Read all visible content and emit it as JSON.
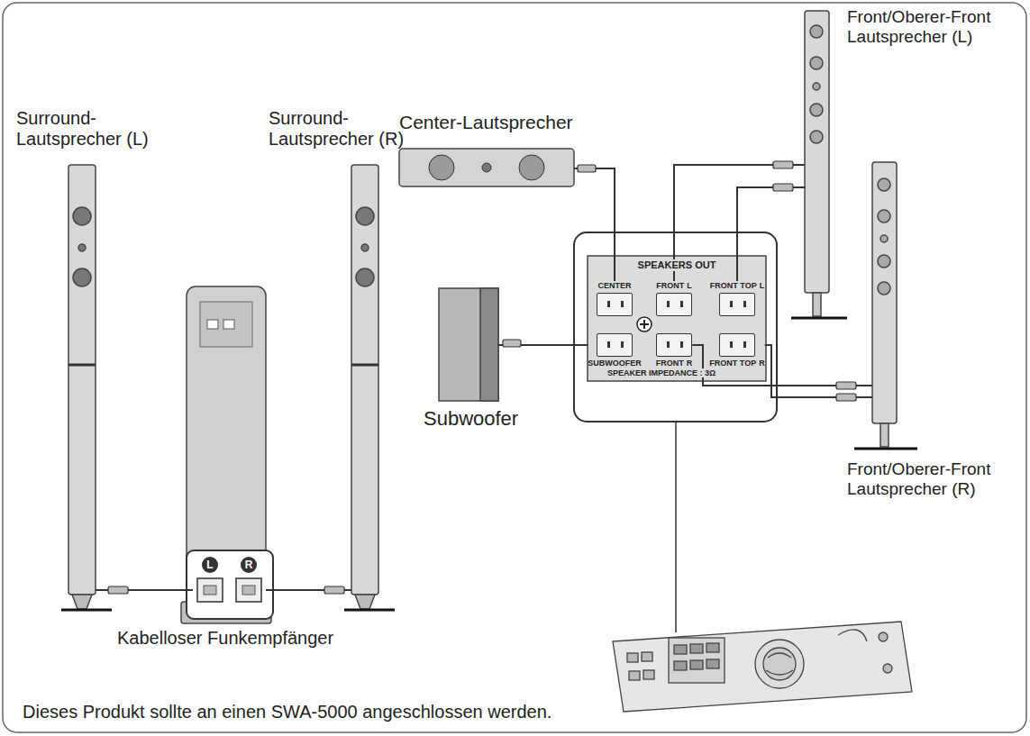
{
  "diagram": {
    "caption": "Dieses Produkt sollte an einen SWA-5000 angeschlossen werden.",
    "nodes": [
      {
        "text": [
          "Center-Lautsprecher"
        ]
      },
      {
        "text": [
          "Front/Oberer-Front Lautsprecher (L)"
        ]
      },
      {
        "text": [
          "Surround-Lautsprecher (L)"
        ]
      },
      {
        "text": [
          "Surround-Lautsprecher (R)"
        ]
      },
      {
        "text": [
          "Kabelloser Funkempfänger"
        ]
      },
      {
        "text": [
          "L"
        ],
        "in": 4
      },
      {
        "text": [
          "R"
        ],
        "in": 4
      },
      {
        "text": [
          "SPEAKERS OUT",
          "SPEAKER IMPEDANCE : 3Ω"
        ]
      },
      {
        "text": [
          "CENTER"
        ],
        "in": 7
      },
      {
        "text": [
          "FRONT",
          "L"
        ],
        "in": 7
      },
      {
        "text": [
          "FRONT TOP",
          "L"
        ],
        "in": 7
      },
      {
        "text": [
          "SUBWOOFER"
        ],
        "in": 7
      },
      {
        "text": [
          "FRONT",
          "R"
        ],
        "in": 7
      },
      {
        "text": [
          "FRONT TOP",
          "R"
        ],
        "in": 7
      },
      {
        "text": [
          "Subwoofer"
        ]
      },
      {
        "text": [
          "Front/Oberer-Front Lautsprecher (R)"
        ]
      }
    ],
    "edges": [
      {
        "from": 8,
        "to": 0,
        "arrow": "none"
      },
      {
        "from": 9,
        "to": 1,
        "arrow": "none"
      },
      {
        "from": 10,
        "to": 1,
        "arrow": "none"
      },
      {
        "from": 11,
        "to": 14,
        "arrow": "none"
      },
      {
        "from": 12,
        "to": 15,
        "arrow": "none"
      },
      {
        "from": 13,
        "to": 15,
        "arrow": "none"
      },
      {
        "from": 2,
        "to": 5,
        "arrow": "none"
      },
      {
        "from": 3,
        "to": 6,
        "arrow": "none"
      }
    ]
  }
}
